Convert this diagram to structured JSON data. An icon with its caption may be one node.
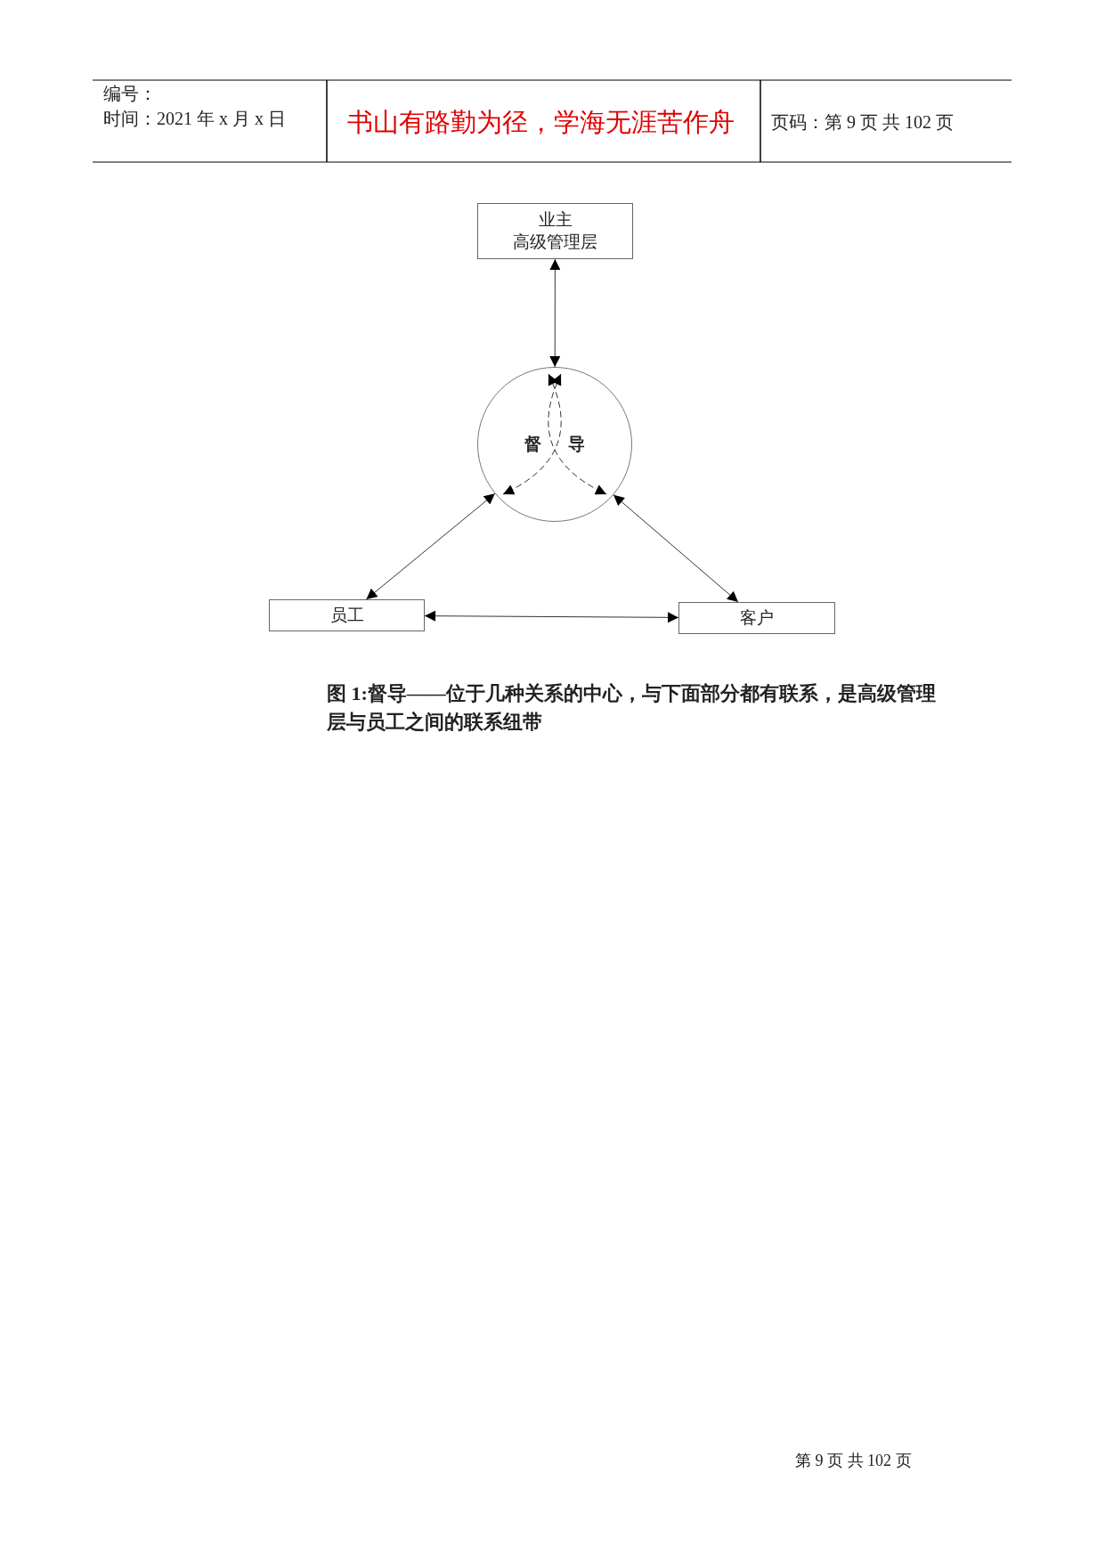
{
  "diagram": {
    "caption": "图 1:督导——位于几种关系的中心，与下面部分都有联系，是高级管理层与员工之间的联系纽带",
    "nodes": [
      {
        "text": [
          "业主",
          "高级管理层"
        ]
      },
      {
        "text": [
          "督",
          "导"
        ]
      },
      {
        "text": [
          "员工"
        ]
      },
      {
        "text": [
          "客户"
        ]
      }
    ],
    "edges": [
      {
        "from": 0,
        "to": 1,
        "arrow": "both"
      },
      {
        "from": 1,
        "to": 2,
        "arrow": "both"
      },
      {
        "from": 1,
        "to": 3,
        "arrow": "both"
      },
      {
        "from": 2,
        "to": 3,
        "arrow": "both"
      }
    ],
    "labels": [
      "编号：",
      "时间：2021 年 x 月 x 日",
      "书山有路勤为径，学海无涯苦作舟",
      "页码：第 9 页 共 102 页",
      "第 9 页 共 102 页"
    ]
  }
}
